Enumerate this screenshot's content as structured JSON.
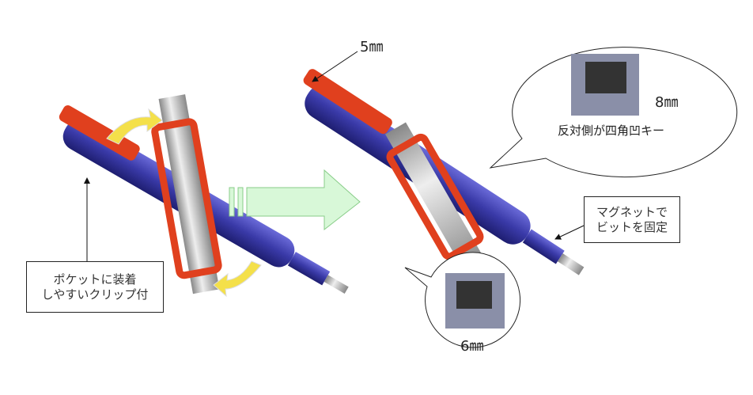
{
  "labels": {
    "size_5mm": "5㎜",
    "size_8mm": "8㎜",
    "opposite_side": "反対側が四角凹キー",
    "size_6mm": "6㎜",
    "magnet_line1": "マグネットで",
    "magnet_line2": "ビットを固定",
    "clip_line1": "ポケットに装着",
    "clip_line2": "しやすいクリップ付"
  },
  "colors": {
    "handle_blue": "#3a3aa8",
    "clip_red": "#e0401e",
    "arrow_green": "#d8f8d8",
    "arrow_yellow": "#f4e04a",
    "metal": "#c8c8c8"
  }
}
